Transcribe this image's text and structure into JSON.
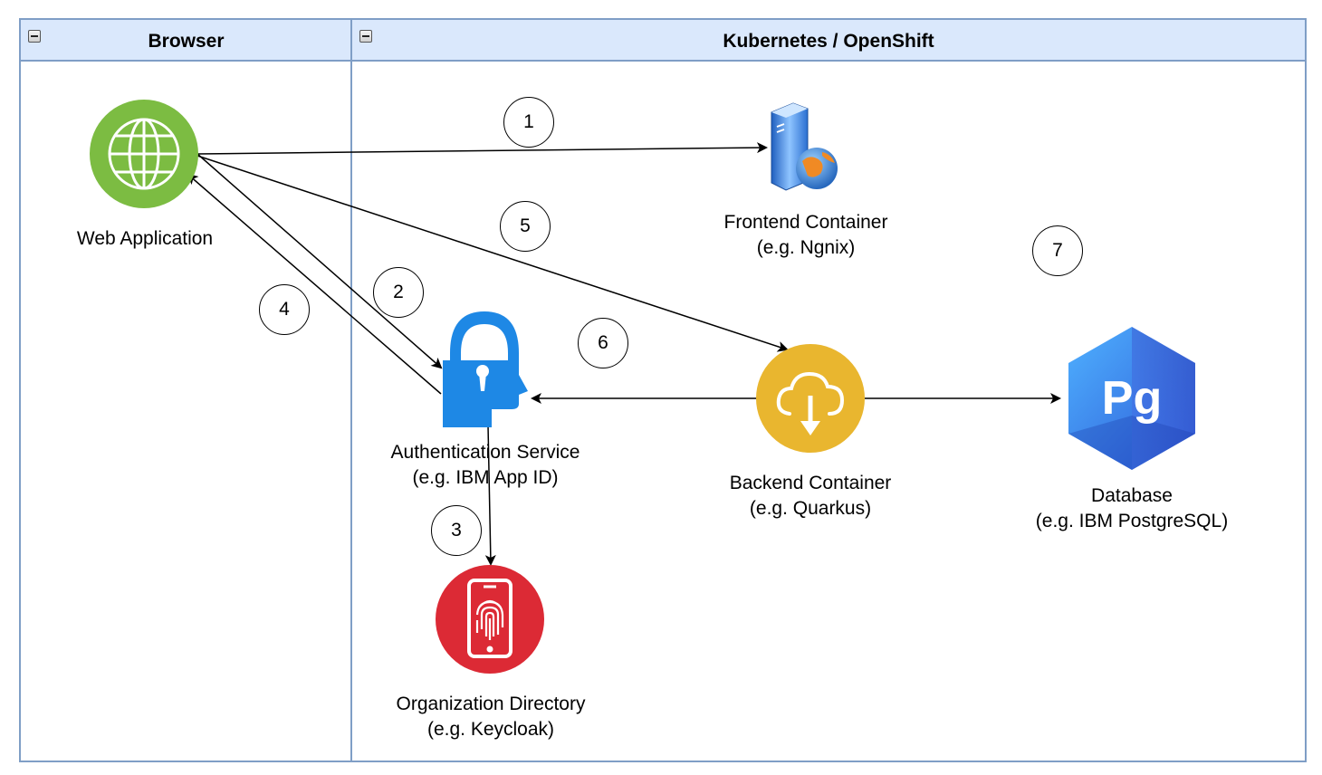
{
  "lanes": {
    "browser": "Browser",
    "cluster": "Kubernetes / OpenShift"
  },
  "nodes": {
    "web_app": {
      "line1": "Web Application",
      "color": "#7cbc42"
    },
    "frontend": {
      "line1": "Frontend Container",
      "line2": "(e.g. Ngnix)"
    },
    "auth": {
      "line1": "Authentication Service",
      "line2": "(e.g. IBM App ID)",
      "color": "#1e88e5"
    },
    "backend": {
      "line1": "Backend Container",
      "line2": "(e.g. Quarkus)",
      "color": "#e9b62f"
    },
    "database": {
      "line1": "Database",
      "line2": "(e.g. IBM PostgreSQL)",
      "color": "#2e6fe0"
    },
    "org_dir": {
      "line1": "Organization Directory",
      "line2": "(e.g. Keycloak)",
      "color": "#dc2a35"
    }
  },
  "steps": [
    "1",
    "2",
    "3",
    "4",
    "5",
    "6",
    "7"
  ],
  "icons": {
    "web_app": "globe-icon",
    "frontend": "web-server-icon",
    "auth": "lock-head-icon",
    "backend": "cloud-download-icon",
    "database": "postgres-icon",
    "org_dir": "fingerprint-phone-icon"
  },
  "database_logo_text": "Pg"
}
